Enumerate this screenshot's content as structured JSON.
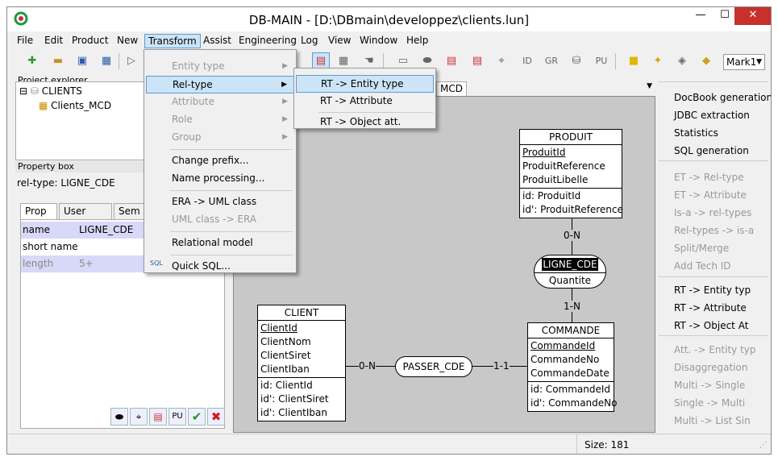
{
  "window": {
    "title": "DB-MAIN  - [D:\\DBmain\\developpez\\clients.lun]",
    "min": "—",
    "max": "☐",
    "close": "✕"
  },
  "menubar": [
    "File",
    "Edit",
    "Product",
    "New",
    "Transform",
    "Assist",
    "Engineering",
    "Log",
    "View",
    "Window",
    "Help"
  ],
  "toolbar": {
    "id_label": "ID",
    "gr_label": "GR",
    "pu_label": "PU",
    "mark_value": "Mark1"
  },
  "project_explorer": {
    "title": "Project explorer",
    "root": "CLIENTS",
    "child": "Clients_MCD"
  },
  "property_box": {
    "title": "Property box",
    "subject": "rel-type: LIGNE_CDE",
    "tabs": [
      "Prop",
      "User prop",
      "Sem"
    ],
    "rows": [
      {
        "key": "name",
        "value": "LIGNE_CDE"
      },
      {
        "key": "short name",
        "value": ""
      },
      {
        "key": "length",
        "value": "5+"
      }
    ],
    "pu_label": "PU"
  },
  "canvas": {
    "tab_label": "MCD",
    "produit": {
      "name": "PRODUIT",
      "attrs": [
        "ProduitId",
        "ProduitReference",
        "ProduitLibelle"
      ],
      "ids": [
        "id: ProduitId",
        "id': ProduitReference"
      ]
    },
    "client": {
      "name": "CLIENT",
      "attrs": [
        "ClientId",
        "ClientNom",
        "ClientSiret",
        "ClientIban"
      ],
      "ids": [
        "id: ClientId",
        "id': ClientSiret",
        "id': ClientIban"
      ]
    },
    "commande": {
      "name": "COMMANDE",
      "attrs": [
        "CommandeId",
        "CommandeNo",
        "CommandeDate"
      ],
      "ids": [
        "id: CommandeId",
        "id': CommandeNo"
      ]
    },
    "ligne_cde": {
      "name": "LIGNE_CDE",
      "attr": "Quantite"
    },
    "passer_cde": {
      "name": "PASSER_CDE"
    },
    "cards": {
      "produit_ligne": "0-N",
      "ligne_commande": "1-N",
      "client_passer": "0-N",
      "passer_commande": "1-1"
    }
  },
  "right_panel": {
    "group1": [
      "DocBook generation",
      "JDBC extraction",
      "Statistics",
      "SQL generation"
    ],
    "group2": [
      "ET -> Rel-type",
      "ET -> Attribute",
      "Is-a -> rel-types",
      "Rel-types -> is-a",
      "Split/Merge",
      "Add Tech ID"
    ],
    "group3": [
      "RT -> Entity typ",
      "RT -> Attribute",
      "RT -> Object At"
    ],
    "group4": [
      "Att. -> Entity typ",
      "Disaggregation",
      "Multi -> Single",
      "Single -> Multi",
      "Multi -> List Sin"
    ]
  },
  "transform_menu": {
    "items": [
      {
        "label": "Entity type",
        "disabled": true,
        "sub": true
      },
      {
        "label": "Rel-type",
        "disabled": false,
        "sub": true
      },
      {
        "label": "Attribute",
        "disabled": true,
        "sub": true
      },
      {
        "label": "Role",
        "disabled": true,
        "sub": true
      },
      {
        "label": "Group",
        "disabled": true,
        "sub": true
      },
      {
        "label": "Change prefix...",
        "disabled": false
      },
      {
        "label": "Name processing...",
        "disabled": false
      },
      {
        "label": "ERA -> UML class",
        "disabled": false
      },
      {
        "label": "UML class -> ERA",
        "disabled": true
      },
      {
        "label": "Relational model",
        "disabled": false
      },
      {
        "label": "Quick SQL...",
        "disabled": false
      }
    ]
  },
  "reltype_submenu": [
    "RT -> Entity type",
    "RT -> Attribute",
    "RT -> Object att."
  ],
  "status": {
    "size": "Size: 181"
  }
}
